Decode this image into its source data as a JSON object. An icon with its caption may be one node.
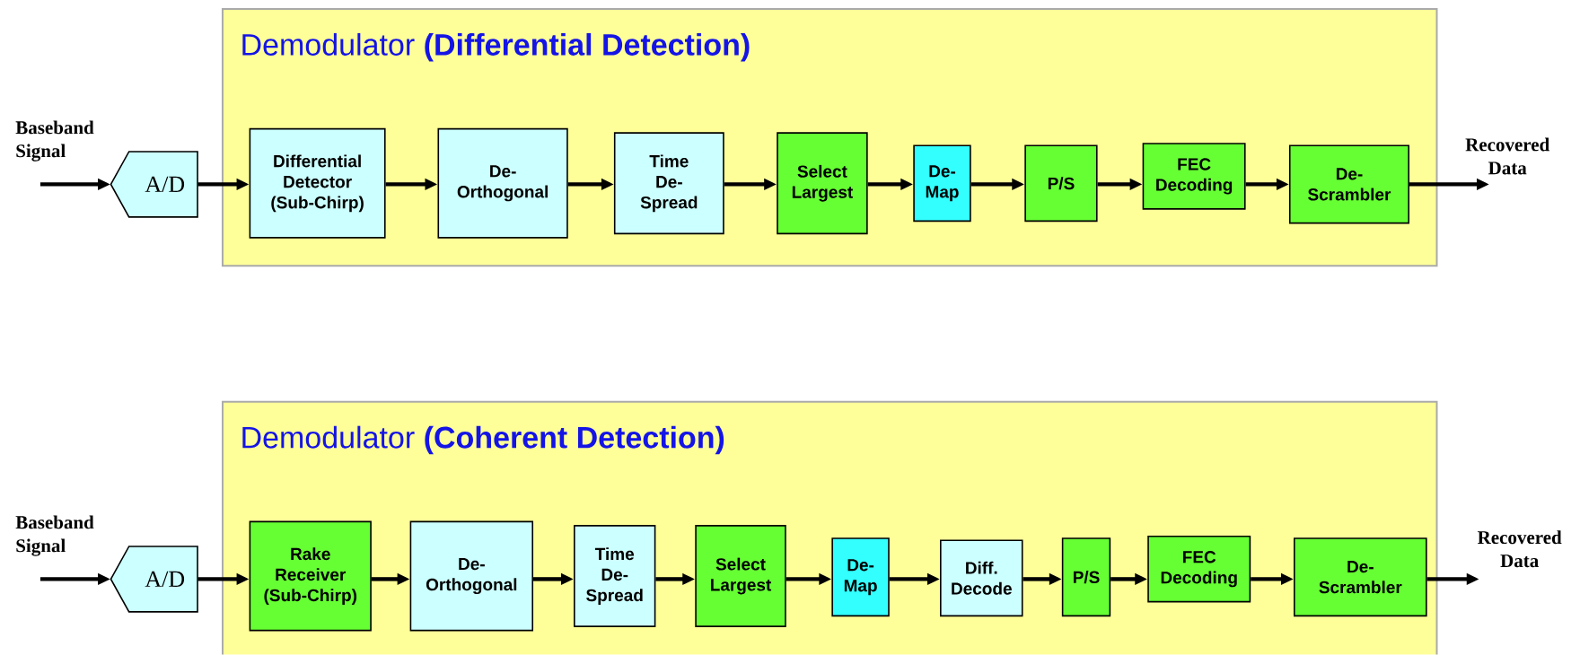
{
  "diagram": {
    "nodes": [
      {
        "text": [
          "Baseband Signal"
        ]
      },
      {
        "text": [
          "A/D"
        ]
      },
      {
        "text": [
          "Demodulator **(Differential Detection)**"
        ]
      },
      {
        "text": [
          "Differential Detector (Sub-Chirp)"
        ],
        "in": 2
      },
      {
        "text": [
          "De-Orthogonal"
        ],
        "in": 2
      },
      {
        "text": [
          "Time De-Spread"
        ],
        "in": 2
      },
      {
        "text": [
          "Select Largest"
        ],
        "in": 2
      },
      {
        "text": [
          "De-Map"
        ],
        "in": 2
      },
      {
        "text": [
          "P/S"
        ],
        "in": 2
      },
      {
        "text": [
          "FEC Decoding"
        ],
        "in": 2
      },
      {
        "text": [
          "De-Scrambler"
        ],
        "in": 2
      },
      {
        "text": [
          "Recovered Data"
        ]
      },
      {
        "text": [
          "Baseband Signal"
        ]
      },
      {
        "text": [
          "A/D"
        ]
      },
      {
        "text": [
          "Demodulator **(Coherent Detection)**"
        ]
      },
      {
        "text": [
          "Rake Receiver (Sub-Chirp)"
        ],
        "in": 14
      },
      {
        "text": [
          "De-Orthogonal"
        ],
        "in": 14
      },
      {
        "text": [
          "Time De-Spread"
        ],
        "in": 14
      },
      {
        "text": [
          "Select Largest"
        ],
        "in": 14
      },
      {
        "text": [
          "De-Map"
        ],
        "in": 14
      },
      {
        "text": [
          "Diff. Decode"
        ],
        "in": 14
      },
      {
        "text": [
          "P/S"
        ],
        "in": 14
      },
      {
        "text": [
          "FEC Decoding"
        ],
        "in": 14
      },
      {
        "text": [
          "De-Scrambler"
        ],
        "in": 14
      },
      {
        "text": [
          "Recovered Data"
        ]
      }
    ],
    "edges": [
      {
        "from": 0,
        "to": 1,
        "arrow": "to"
      },
      {
        "from": 1,
        "to": 3,
        "arrow": "to"
      },
      {
        "from": 3,
        "to": 4,
        "arrow": "to"
      },
      {
        "from": 4,
        "to": 5,
        "arrow": "to"
      },
      {
        "from": 5,
        "to": 6,
        "arrow": "to"
      },
      {
        "from": 6,
        "to": 7,
        "arrow": "to"
      },
      {
        "from": 7,
        "to": 8,
        "arrow": "to"
      },
      {
        "from": 8,
        "to": 9,
        "arrow": "to"
      },
      {
        "from": 9,
        "to": 10,
        "arrow": "to"
      },
      {
        "from": 10,
        "to": 11,
        "arrow": "to"
      },
      {
        "from": 12,
        "to": 13,
        "arrow": "to"
      },
      {
        "from": 13,
        "to": 15,
        "arrow": "to"
      },
      {
        "from": 15,
        "to": 16,
        "arrow": "to"
      },
      {
        "from": 16,
        "to": 17,
        "arrow": "to"
      },
      {
        "from": 17,
        "to": 18,
        "arrow": "to"
      },
      {
        "from": 18,
        "to": 19,
        "arrow": "to"
      },
      {
        "from": 19,
        "to": 20,
        "arrow": "to"
      },
      {
        "from": 20,
        "to": 21,
        "arrow": "to"
      },
      {
        "from": 21,
        "to": 22,
        "arrow": "to"
      },
      {
        "from": 22,
        "to": 23,
        "arrow": "to"
      },
      {
        "from": 23,
        "to": 24,
        "arrow": "to"
      }
    ]
  }
}
